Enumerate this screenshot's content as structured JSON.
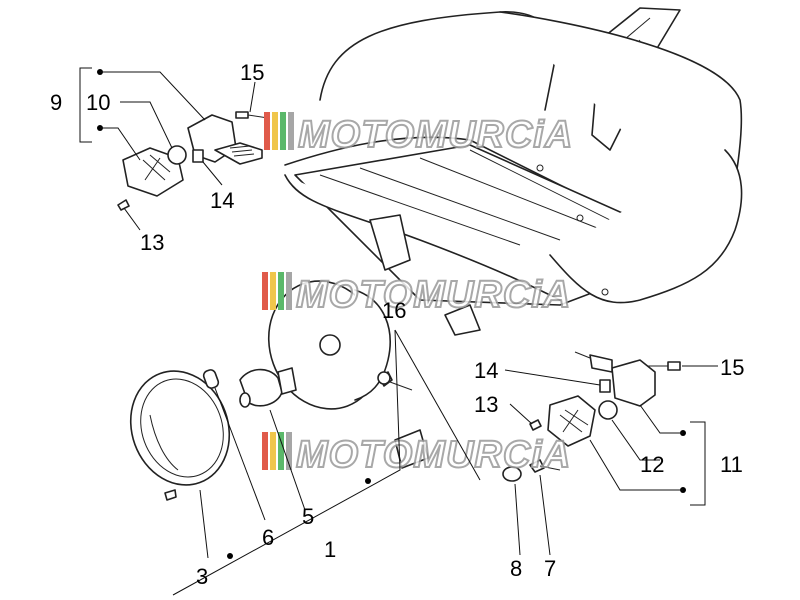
{
  "watermark": {
    "text": "MOTOMURCiA",
    "stripe_colors": [
      "#e05a4a",
      "#f0c64b",
      "#5bb86a",
      "#a6a6a6"
    ]
  },
  "callouts": {
    "c1": "1",
    "c3": "3",
    "c5": "5",
    "c6": "6",
    "c7": "7",
    "c8": "8",
    "c9": "9",
    "c10": "10",
    "c11": "11",
    "c12": "12",
    "c13_top": "13",
    "c13_right": "13",
    "c14_top": "14",
    "c14_right": "14",
    "c15_top": "15",
    "c15_right": "15",
    "c16": "16"
  }
}
